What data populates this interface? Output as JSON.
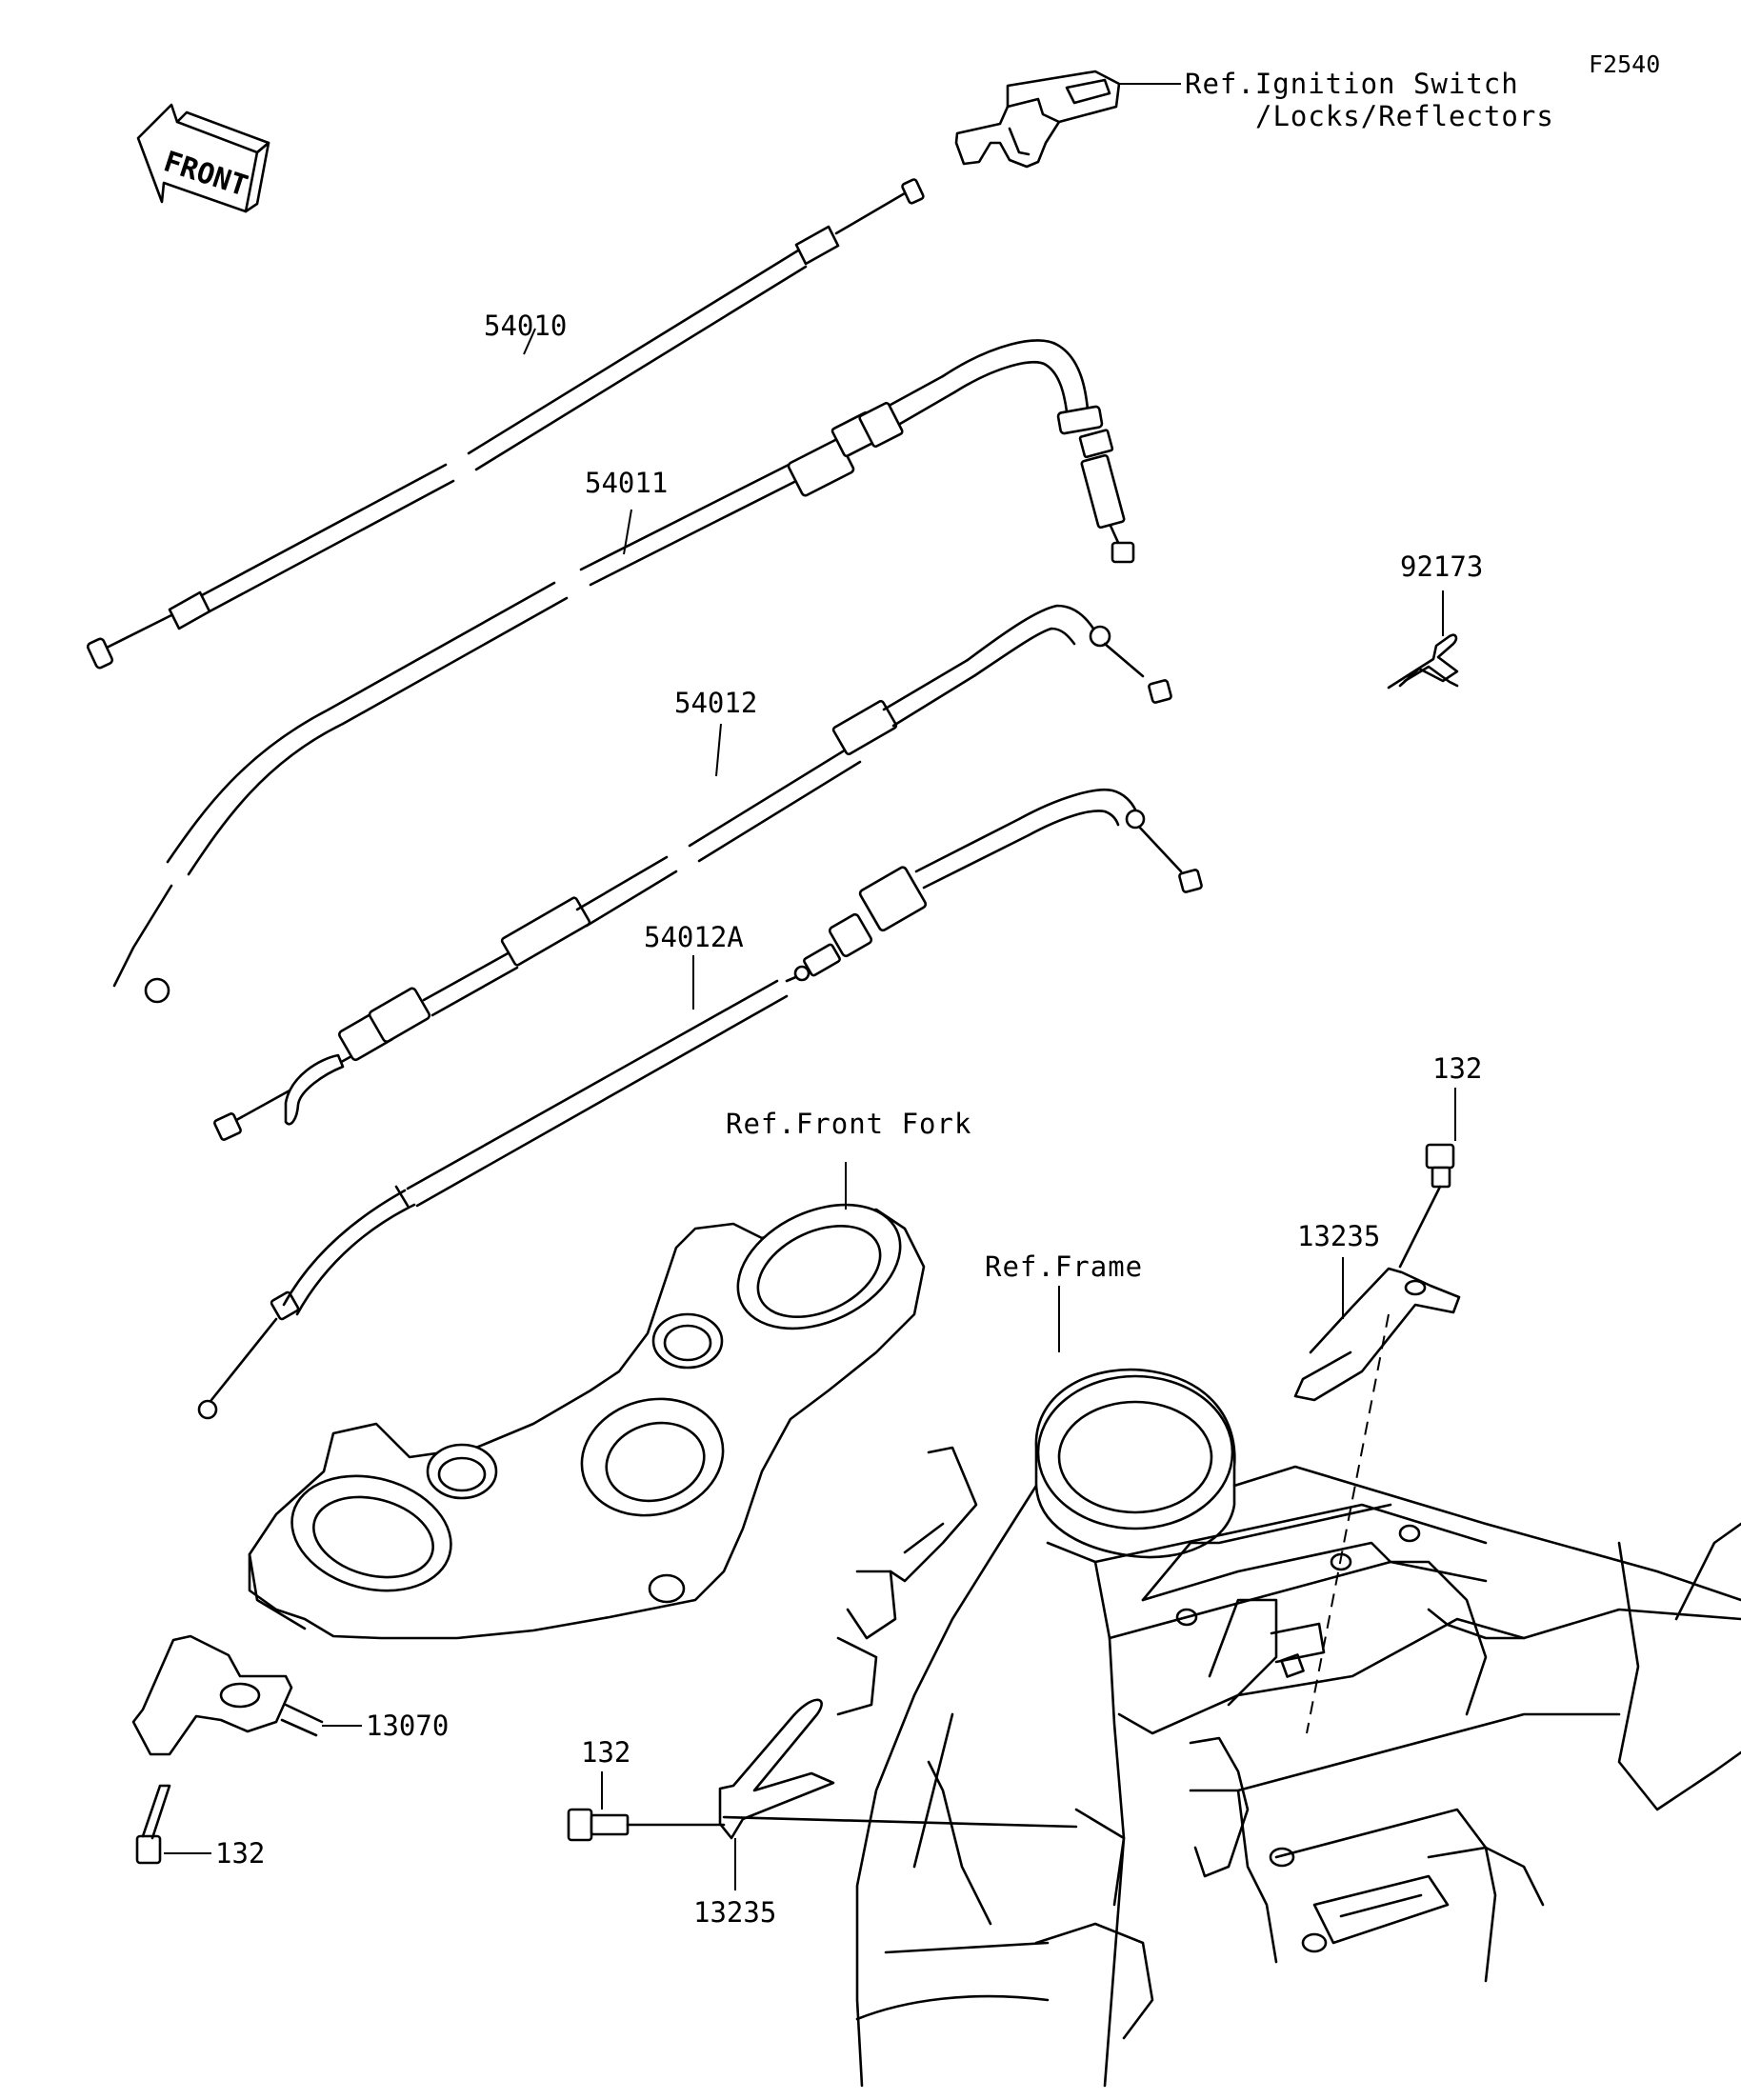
{
  "figure_code": "F2540",
  "front_arrow": {
    "label": "FRONT",
    "icon": "front-arrow-icon"
  },
  "references": {
    "ignition": {
      "line1": "Ref.Ignition Switch",
      "line2": "/Locks/Reflectors"
    },
    "front_fork": "Ref.Front Fork",
    "frame": "Ref.Frame"
  },
  "parts": {
    "p54010": "54010",
    "p54011": "54011",
    "p54012": "54012",
    "p54012A": "54012A",
    "p92173": "92173",
    "p132_top": "132",
    "p132_mid": "132",
    "p132_left": "132",
    "p13235_right": "13235",
    "p13235_bottom": "13235",
    "p13070": "13070"
  },
  "colors": {
    "line": "#000000",
    "background": "#ffffff"
  }
}
